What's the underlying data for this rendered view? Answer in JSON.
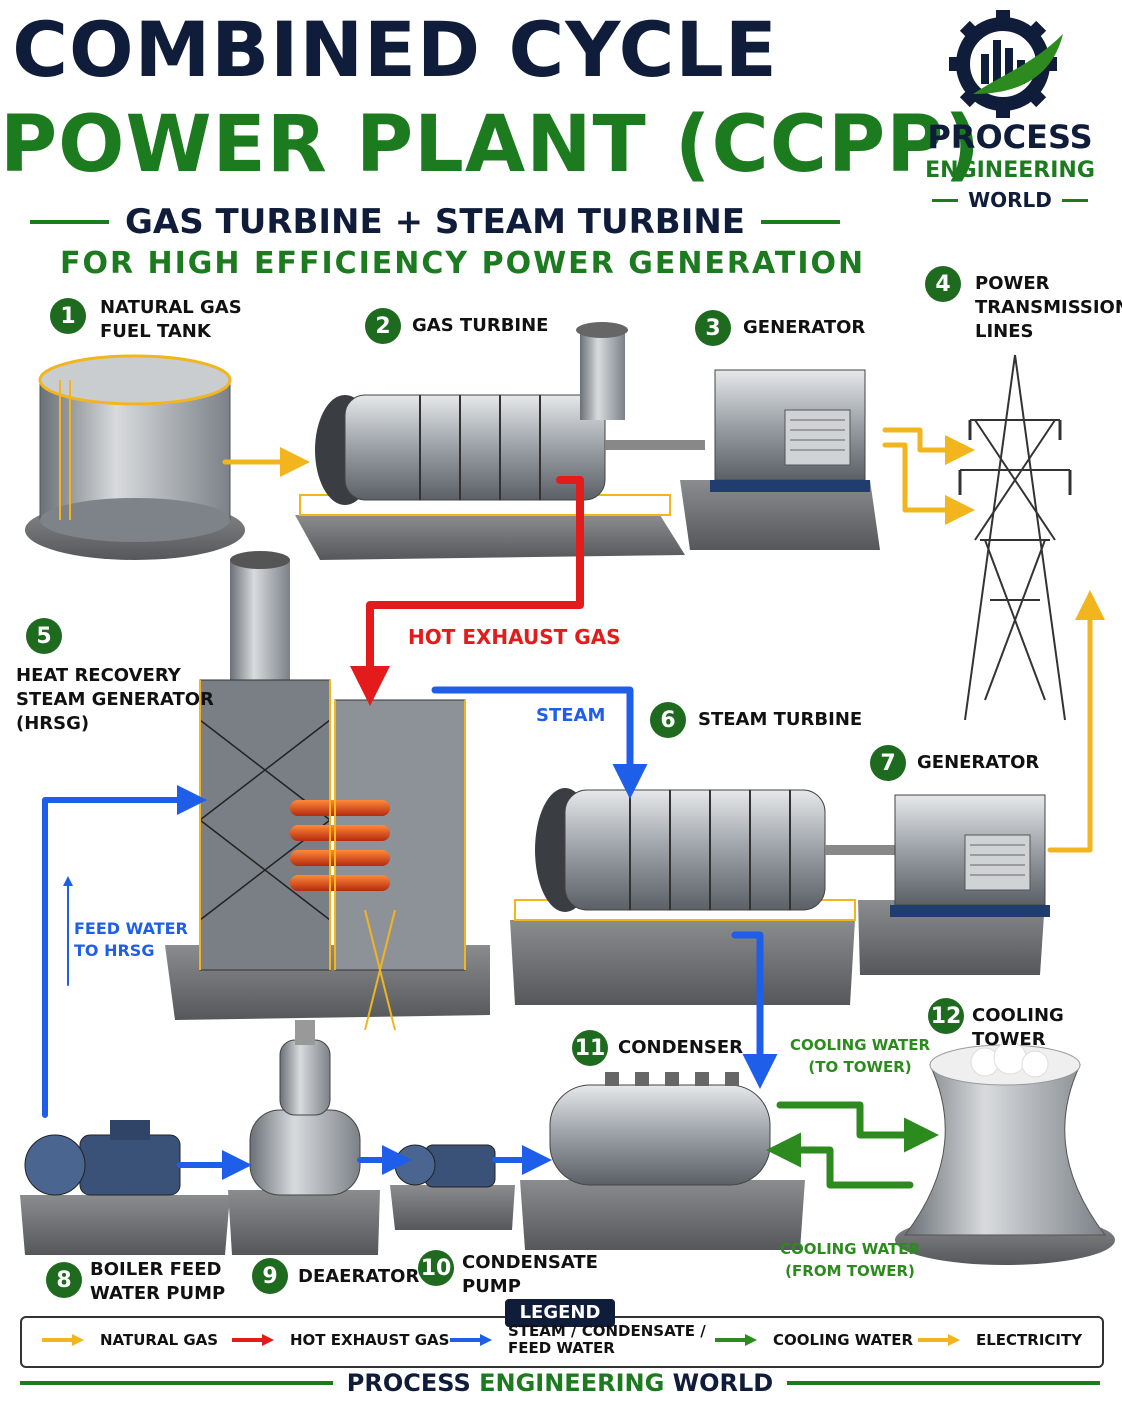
{
  "header": {
    "title_line1": "COMBINED CYCLE",
    "title_line2": "POWER PLANT (CCPP)",
    "subtitle": "GAS TURBINE + STEAM TURBINE",
    "subtitle2": "FOR HIGH EFFICIENCY POWER GENERATION"
  },
  "logo": {
    "line1": "PROCESS",
    "line2": "ENGINEERING",
    "line3": "WORLD"
  },
  "components": [
    {
      "number": "1",
      "label": "NATURAL GAS\nFUEL TANK"
    },
    {
      "number": "2",
      "label": "GAS TURBINE"
    },
    {
      "number": "3",
      "label": "GENERATOR"
    },
    {
      "number": "4",
      "label": "POWER\nTRANSMISSION\nLINES"
    },
    {
      "number": "5",
      "label": "HEAT RECOVERY\nSTEAM GENERATOR\n(HRSG)"
    },
    {
      "number": "6",
      "label": "STEAM TURBINE"
    },
    {
      "number": "7",
      "label": "GENERATOR"
    },
    {
      "number": "8",
      "label": "BOILER FEED\nWATER PUMP"
    },
    {
      "number": "9",
      "label": "DEAERATOR"
    },
    {
      "number": "10",
      "label": "CONDENSATE\nPUMP"
    },
    {
      "number": "11",
      "label": "CONDENSER"
    },
    {
      "number": "12",
      "label": "COOLING TOWER"
    }
  ],
  "flow_labels": {
    "hot_exhaust": "HOT EXHAUST GAS",
    "steam": "STEAM",
    "feed_water": "FEED WATER\nTO HRSG",
    "cooling_to": "COOLING WATER\n(TO TOWER)",
    "cooling_from": "COOLING WATER\n(FROM TOWER)"
  },
  "legend": {
    "title": "LEGEND",
    "items": [
      {
        "label": "NATURAL GAS",
        "color": "#f2b51d"
      },
      {
        "label": "HOT EXHAUST GAS",
        "color": "#e31b1b"
      },
      {
        "label": "STEAM / CONDENSATE /\nFEED WATER",
        "color": "#1f5ee8"
      },
      {
        "label": "COOLING WATER",
        "color": "#2c8a1e"
      },
      {
        "label": "ELECTRICITY",
        "color": "#f2b51d"
      }
    ]
  },
  "footer": {
    "part1": "PROCESS",
    "part2": "ENGINEERING",
    "part3": "WORLD"
  },
  "colors": {
    "navy": "#0f1c3a",
    "green": "#1c7a1f",
    "gas": "#f2b51d",
    "exhaust": "#e31b1b",
    "steam": "#1f5ee8",
    "cooling": "#2c8a1e"
  }
}
